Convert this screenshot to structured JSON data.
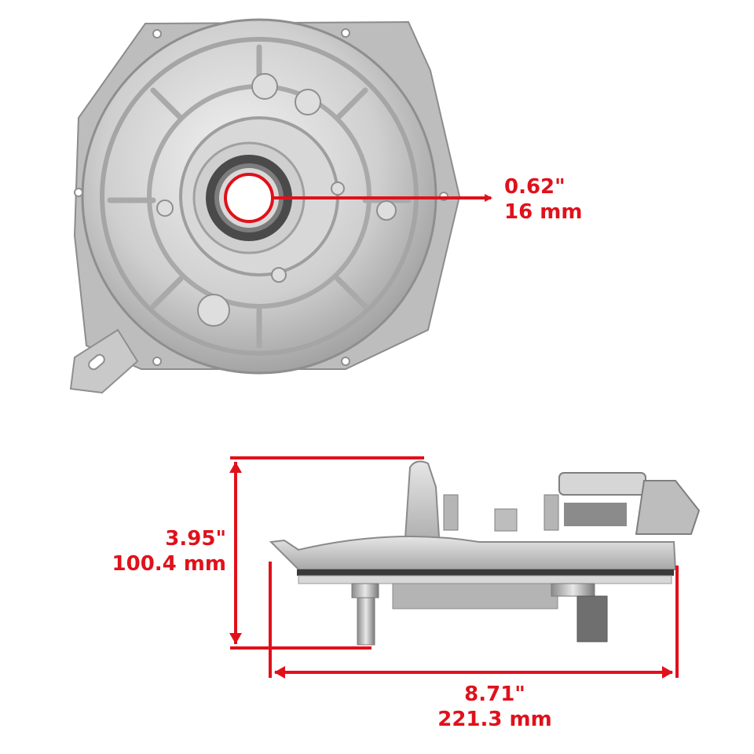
{
  "image": {
    "description": "Product dimension diagram of an aluminum transmission/gear case cover shown in top view and side view",
    "accent_color": "#e0111b",
    "background": "#ffffff"
  },
  "top_view": {
    "part": "case-cover-top-view",
    "dimension": {
      "name": "seal-inner-diameter",
      "inches": "0.62\"",
      "millimeters": "16 mm"
    }
  },
  "side_view": {
    "part": "case-cover-side-view",
    "height": {
      "name": "overall-height",
      "inches": "3.95\"",
      "millimeters": "100.4 mm"
    },
    "width": {
      "name": "overall-width",
      "inches": "8.71\"",
      "millimeters": "221.3 mm"
    }
  }
}
